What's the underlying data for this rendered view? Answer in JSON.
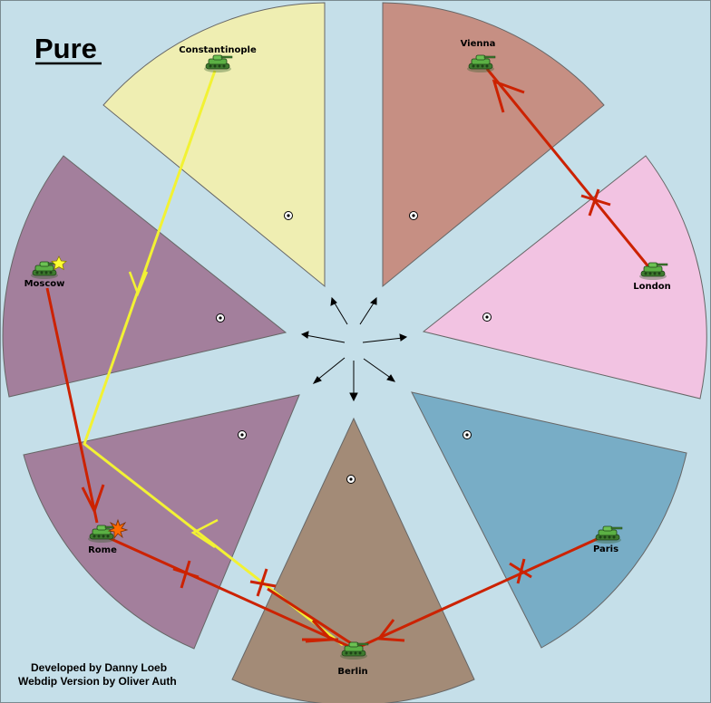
{
  "map": {
    "title": "Pure",
    "credits": {
      "line1": "Developed by Danny Loeb",
      "line2": "Webdip Version by Oliver Auth"
    },
    "provinces": [
      {
        "id": "constantinople",
        "label": "Constantinople",
        "color": "#efeeb2",
        "unit": "army"
      },
      {
        "id": "vienna",
        "label": "Vienna",
        "color": "#c68f83",
        "unit": "army"
      },
      {
        "id": "london",
        "label": "London",
        "color": "#f2c3e2",
        "unit": "army"
      },
      {
        "id": "paris",
        "label": "Paris",
        "color": "#78adc6",
        "unit": "army"
      },
      {
        "id": "berlin",
        "label": "Berlin",
        "color": "#a38b77",
        "unit": "army"
      },
      {
        "id": "rome",
        "label": "Rome",
        "color": "#a37f9c",
        "unit": "army",
        "marker": "dislodged"
      },
      {
        "id": "moscow",
        "label": "Moscow",
        "color": "#a37f9c",
        "unit": "army",
        "marker": "star"
      }
    ],
    "colors": {
      "water": "#c5dfe9",
      "order_failed": "#cc2200",
      "support": "#f2f234",
      "unit_fill": "#4fa43c"
    },
    "orders": [
      {
        "from": "London",
        "to": "Vienna",
        "type": "move",
        "status": "failed"
      },
      {
        "from": "Paris",
        "to": "Berlin",
        "type": "move",
        "status": "failed"
      },
      {
        "from": "Rome",
        "to": "Berlin",
        "type": "move",
        "status": "failed"
      },
      {
        "from": "Moscow",
        "to": "Rome",
        "type": "move",
        "status": "succeeded"
      },
      {
        "from": "Berlin",
        "to": "Rome",
        "type": "move",
        "status": "failed"
      },
      {
        "from": "Constantinople",
        "to": "Moscow-Rome",
        "type": "support",
        "status": "succeeded"
      }
    ]
  }
}
